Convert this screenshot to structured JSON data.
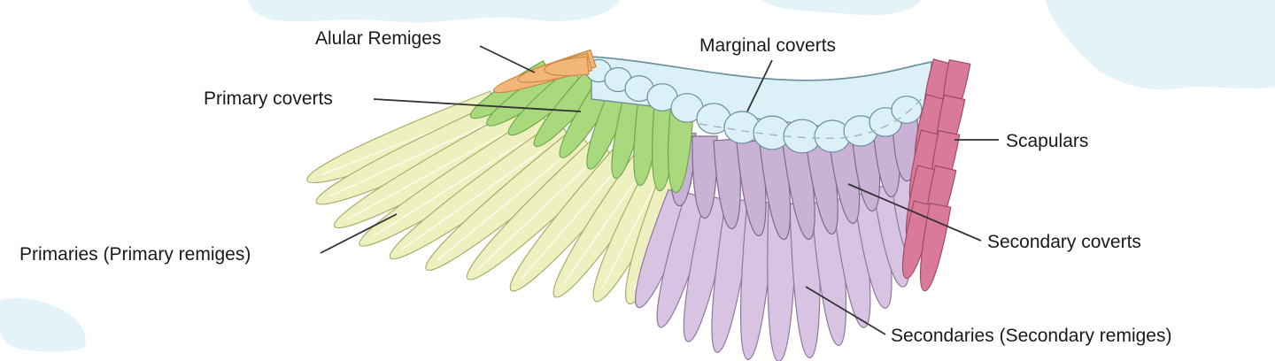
{
  "labels": {
    "alular_remiges": "Alular Remiges",
    "primary_coverts": "Primary coverts",
    "primaries": "Primaries (Primary remiges)",
    "marginal_coverts": "Marginal coverts",
    "scapulars": "Scapulars",
    "secondary_coverts": "Secondary coverts",
    "secondaries": "Secondaries (Secondary remiges)"
  },
  "colors": {
    "background_sky": "#e4f3f8",
    "alular_fill": "#f2b679",
    "alular_stroke": "#c98a45",
    "primary_coverts_fill": "#a9d97c",
    "primary_coverts_stroke": "#6fa84b",
    "primaries_fill": "#eef1bf",
    "primaries_stroke": "#a8ad6b",
    "marginal_fill": "#dcf0f7",
    "marginal_stroke": "#6b8f9c",
    "secondary_coverts_fill": "#c9b2d6",
    "secondary_coverts_stroke": "#7d6a8d",
    "secondaries_fill": "#d9c3e2",
    "secondaries_stroke": "#8d7aa0",
    "scapulars_fill": "#d97a9a",
    "scapulars_stroke": "#9e4d69"
  }
}
